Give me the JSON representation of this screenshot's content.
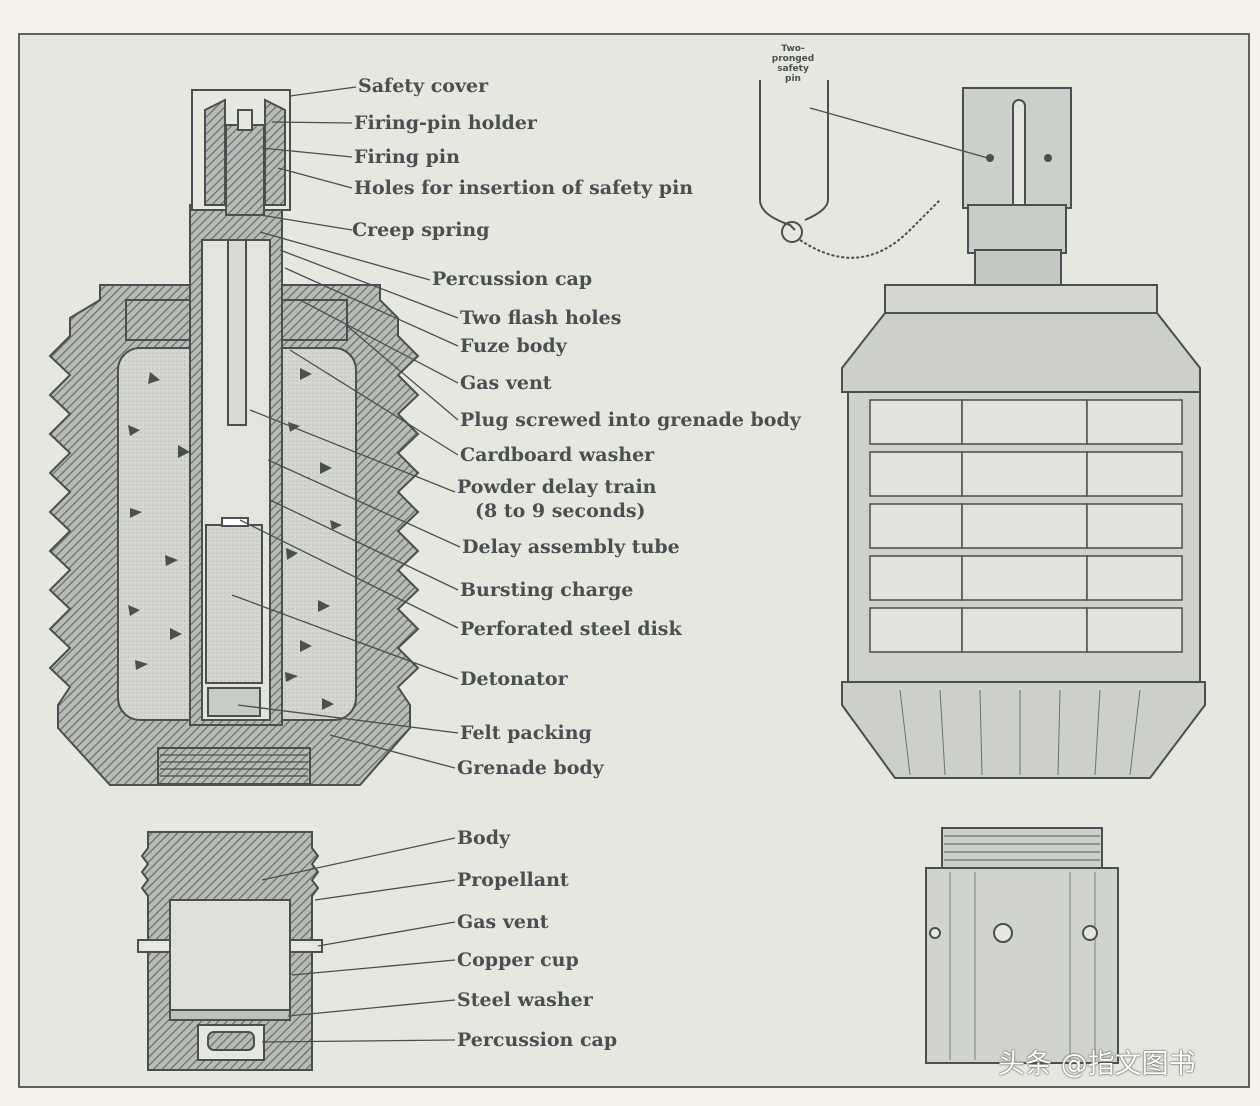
{
  "diagram": {
    "grenade_labels": [
      "Safety cover",
      "Firing-pin holder",
      "Firing pin",
      "Holes for insertion of safety pin",
      "Creep spring",
      "Percussion cap",
      "Two flash holes",
      "Fuze body",
      "Gas vent",
      "Plug screwed into grenade body",
      "Cardboard washer",
      "Powder delay train",
      "(8 to 9 seconds)",
      "Delay assembly tube",
      "Bursting charge",
      "Perforated steel disk",
      "Detonator",
      "Felt packing",
      "Grenade body"
    ],
    "propellant_labels": [
      "Body",
      "Propellant",
      "Gas vent",
      "Copper cup",
      "Steel washer",
      "Percussion cap"
    ],
    "pin_label_lines": [
      "Two-",
      "pronged",
      "safety",
      "pin"
    ]
  },
  "watermark": "头条 @指文图书",
  "colors": {
    "ink": "#4a5050",
    "paper": "#e6e7df",
    "hatch": "#6c726f"
  }
}
